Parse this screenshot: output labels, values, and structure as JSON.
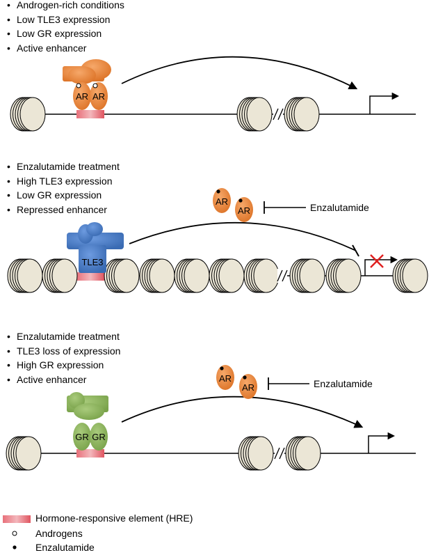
{
  "panels": [
    {
      "conditions": [
        "Androgen-rich conditions",
        "Low TLE3 expression",
        "Low GR expression",
        "Active enhancer"
      ],
      "receptor_labels": [
        "AR",
        "AR"
      ]
    },
    {
      "conditions": [
        "Enzalutamide treatment",
        "High TLE3 expression",
        "Low GR expression",
        "Repressed enhancer"
      ],
      "corepressor_label": "TLE3",
      "free_receptors": [
        "AR",
        "AR"
      ],
      "drug_label": "Enzalutamide"
    },
    {
      "conditions": [
        "Enzalutamide treatment",
        "TLE3 loss of expression",
        "High GR expression",
        "Active enhancer"
      ],
      "receptor_labels": [
        "GR",
        "GR"
      ],
      "free_receptors": [
        "AR",
        "AR"
      ],
      "drug_label": "Enzalutamide"
    }
  ],
  "legend": {
    "hre": "Hormone-responsive element (HRE)",
    "androgens": "Androgens",
    "enzalutamide": "Enzalutamide"
  },
  "colors": {
    "ar": "#e8843a",
    "tle3": "#4a7cc4",
    "gr": "#8fb55e",
    "hre": "#e05560",
    "nucleosome": "#ebe6d6",
    "block": "#e02020"
  }
}
